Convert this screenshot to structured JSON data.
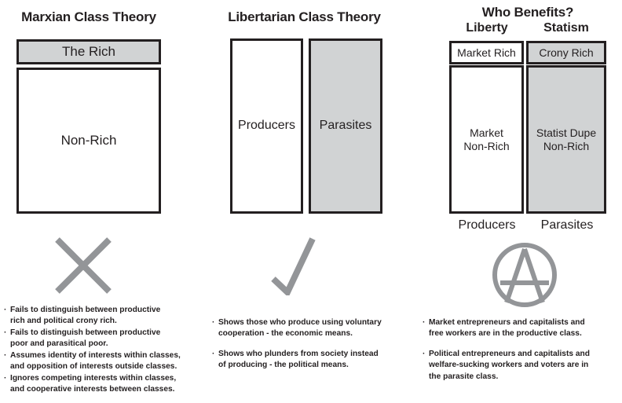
{
  "columns": [
    {
      "id": "marxian",
      "title": "Marxian Class Theory",
      "boxes": [
        {
          "label": "The Rich",
          "shaded": true
        },
        {
          "label": "Non-Rich",
          "shaded": false
        }
      ],
      "verdict_icon": "x-mark-icon",
      "bullets": [
        "Fails to distinguish between productive\nrich and political crony rich.",
        "Fails to distinguish between productive\npoor and parasitical poor.",
        "Assumes identity of interests within classes,\nand opposition of interests outside classes.",
        "Ignores competing interests within classes,\nand cooperative interests between classes."
      ]
    },
    {
      "id": "libertarian",
      "title": "Libertarian Class Theory",
      "boxes": [
        {
          "label": "Producers",
          "shaded": false
        },
        {
          "label": "Parasites",
          "shaded": true
        }
      ],
      "verdict_icon": "check-mark-icon",
      "bullets": [
        "Shows those who produce using voluntary\ncooperation - the economic means.",
        "Shows who plunders from society instead\nof producing - the political means."
      ]
    },
    {
      "id": "who-benefits",
      "title": "Who Benefits?",
      "subtitles": [
        "Liberty",
        "Statism"
      ],
      "boxes": [
        {
          "label": "Market Rich",
          "shaded": false
        },
        {
          "label": "Crony Rich",
          "shaded": true
        },
        {
          "label": "Market\nNon-Rich",
          "shaded": false
        },
        {
          "label": "Statist Dupe\nNon-Rich",
          "shaded": true
        }
      ],
      "under_labels": [
        "Producers",
        "Parasites"
      ],
      "verdict_icon": "circle-a-anarchy-icon",
      "bullets": [
        "Market entrepreneurs and capitalists and\nfree workers are in the productive class.",
        "Political entrepreneurs and capitalists and\nwelfare-sucking workers and voters are in\nthe parasite class."
      ]
    }
  ],
  "bullet_marker": "·",
  "colors": {
    "ink": "#231f20",
    "shaded_fill": "#d1d3d4",
    "symbol_gray": "#939598",
    "background": "#ffffff"
  }
}
